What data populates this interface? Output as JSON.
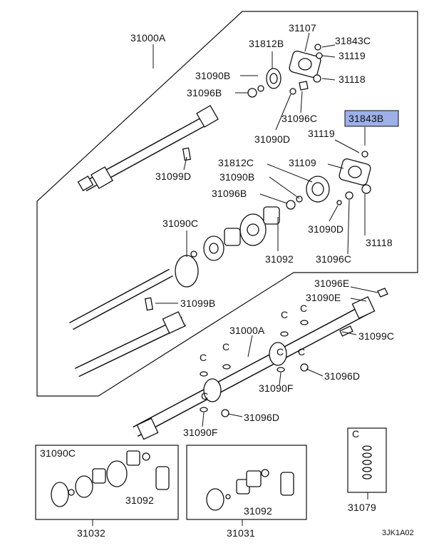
{
  "labels": {
    "l31000A": "31000A",
    "l31107": "31107",
    "l31843C": "31843C",
    "l31812B": "31812B",
    "l31119a": "31119",
    "l31090Ba": "31090B",
    "l31118a": "31118",
    "l31096Ba": "31096B",
    "l31096Ca": "31096C",
    "l31843B": "31843B",
    "l31119b": "31119",
    "l31090Da": "31090D",
    "l31099D": "31099D",
    "l31812C": "31812C",
    "l31109": "31109",
    "l31090Bb": "31090B",
    "l31096Bb": "31096B",
    "l31090C": "31090C",
    "l31090Db": "31090D",
    "l31118b": "31118",
    "l31092a": "31092",
    "l31096Cb": "31096C",
    "l31096E": "31096E",
    "l31090E": "31090E",
    "l31099B": "31099B",
    "l31000A2": "31000A",
    "l31099C": "31099C",
    "l31096Da": "31096D",
    "l31090Fa": "31090F",
    "l31096Db": "31096D",
    "l31090Fb": "31090F",
    "l31090Cb": "31090C",
    "l31092b": "31092",
    "l31092c": "31092",
    "l31032": "31032",
    "l31031": "31031",
    "l31079": "31079",
    "cKit": "C",
    "c1": "C",
    "c2": "C",
    "c3": "C",
    "c4": "C",
    "c5": "C",
    "c6": "C",
    "c7": "C",
    "code": "3JK1A02"
  },
  "highlight_color": "#9db0e8"
}
